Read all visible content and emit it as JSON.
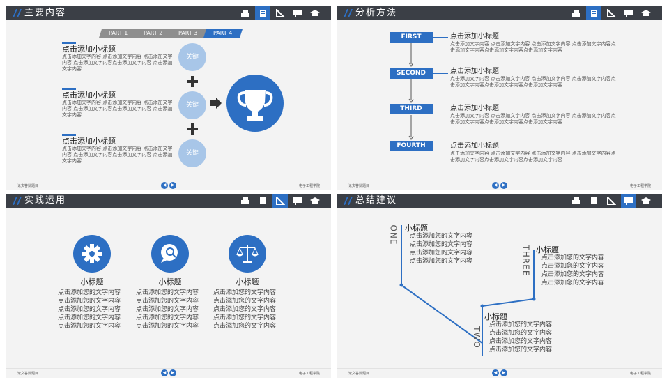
{
  "slides": [
    {
      "title": "主要内容",
      "active_icon": 1,
      "parts": [
        "PART 1",
        "PART 2",
        "PART 3",
        "PART 4"
      ],
      "items": [
        {
          "heading": "点击添加小标题",
          "text": "点击添加文字内容 点击添加文字内容 点击添加文字内容 点击添加文字内容点击添加文字内容 点击添加文字内容"
        },
        {
          "heading": "点击添加小标题",
          "text": "点击添加文字内容 点击添加文字内容 点击添加文字内容 点击添加文字内容点击添加文字内容 点击添加文字内容"
        },
        {
          "heading": "点击添加小标题",
          "text": "点击添加文字内容 点击添加文字内容 点击添加文字内容 点击添加文字内容点击添加文字内容 点击添加文字内容"
        }
      ],
      "key_label": "关键"
    },
    {
      "title": "分析方法",
      "active_icon": 1,
      "steps": [
        {
          "label": "FIRST",
          "heading": "点击添加小标题",
          "text": "点击添加文字内容 点击添加文字内容 点击添加文字内容 点击添加文字内容点击添加文字内容点击添加文字内容点击添加文字内容"
        },
        {
          "label": "SECOND",
          "heading": "点击添加小标题",
          "text": "点击添加文字内容 点击添加文字内容 点击添加文字内容 点击添加文字内容点击添加文字内容点击添加文字内容点击添加文字内容"
        },
        {
          "label": "THIRD",
          "heading": "点击添加小标题",
          "text": "点击添加文字内容 点击添加文字内容 点击添加文字内容 点击添加文字内容点击添加文字内容点击添加文字内容点击添加文字内容"
        },
        {
          "label": "FOURTH",
          "heading": "点击添加小标题",
          "text": "点击添加文字内容 点击添加文字内容 点击添加文字内容 点击添加文字内容点击添加文字内容点击添加文字内容点击添加文字内容"
        }
      ]
    },
    {
      "title": "实践运用",
      "active_icon": 2,
      "cards": [
        {
          "icon": "gear-icon",
          "heading": "小标题",
          "lines": [
            "点击添加您的文字内容",
            "点击添加您的文字内容",
            "点击添加您的文字内容",
            "点击添加您的文字内容",
            "点击添加您的文字内容"
          ]
        },
        {
          "icon": "chat-search-icon",
          "heading": "小标题",
          "lines": [
            "点击添加您的文字内容",
            "点击添加您的文字内容",
            "点击添加您的文字内容",
            "点击添加您的文字内容",
            "点击添加您的文字内容"
          ]
        },
        {
          "icon": "balance-scale-icon",
          "heading": "小标题",
          "lines": [
            "点击添加您的文字内容",
            "点击添加您的文字内容",
            "点击添加您的文字内容",
            "点击添加您的文字内容",
            "点击添加您的文字内容"
          ]
        }
      ]
    },
    {
      "title": "总结建议",
      "active_icon": 3,
      "branches": [
        {
          "label": "ONE",
          "heading": "小标题",
          "lines": [
            "点击添加您的文字内容",
            "点击添加您的文字内容",
            "点击添加您的文字内容",
            "点击添加您的文字内容"
          ]
        },
        {
          "label": "THREE",
          "heading": "小标题",
          "lines": [
            "点击添加您的文字内容",
            "点击添加您的文字内容",
            "点击添加您的文字内容",
            "点击添加您的文字内容"
          ]
        },
        {
          "label": "TWO",
          "heading": "小标题",
          "lines": [
            "点击添加您的文字内容",
            "点击添加您的文字内容",
            "点击添加您的文字内容",
            "点击添加您的文字内容"
          ]
        }
      ]
    }
  ],
  "footer": {
    "left": "论文答辩题目",
    "right": "电子工程学院",
    "prev": "◀",
    "next": "▶"
  },
  "colors": {
    "accent": "#2d6fc3",
    "light_accent": "#a8c6e8",
    "header": "#3b3f46"
  }
}
